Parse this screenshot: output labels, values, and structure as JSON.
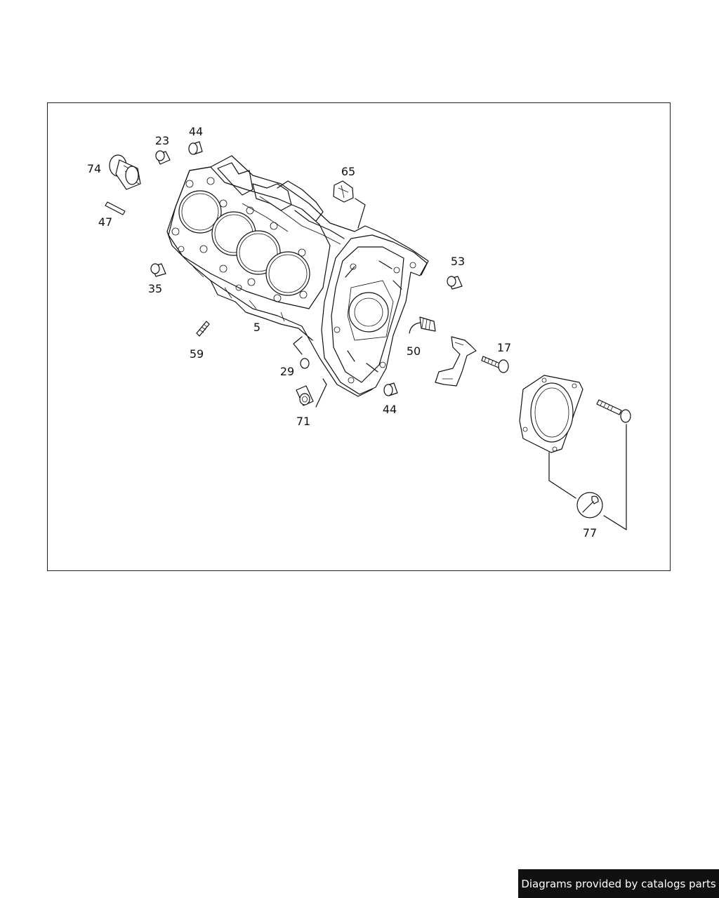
{
  "diagram": {
    "callouts": {
      "p74": "74",
      "p23": "23",
      "p44a": "44",
      "p47": "47",
      "p65": "65",
      "p35": "35",
      "p53": "53",
      "p5": "5",
      "p59": "59",
      "p50": "50",
      "p17": "17",
      "p29": "29",
      "p44b": "44",
      "p71": "71",
      "p77": "77"
    }
  },
  "footer": {
    "attribution": "Diagrams provided by catalogs parts"
  },
  "colors": {
    "line": "#111111",
    "background": "#ffffff",
    "attribution_bg": "#111111",
    "attribution_text": "#ffffff"
  },
  "icons": [
    "wrench-icon"
  ]
}
